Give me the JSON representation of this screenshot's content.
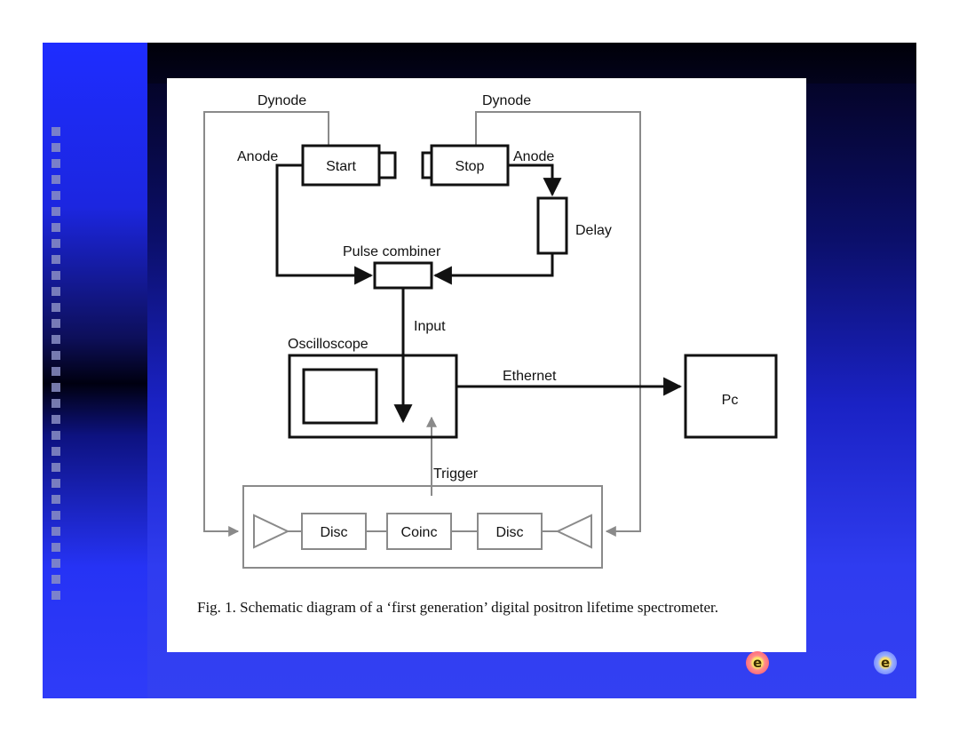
{
  "labels": {
    "dynode_left": "Dynode",
    "dynode_right": "Dynode",
    "anode_left": "Anode",
    "anode_right": "Anode",
    "start": "Start",
    "stop": "Stop",
    "delay": "Delay",
    "pulse_combiner": "Pulse combiner",
    "input": "Input",
    "oscilloscope": "Oscilloscope",
    "ethernet": "Ethernet",
    "pc": "Pc",
    "trigger": "Trigger",
    "disc_left": "Disc",
    "coinc": "Coinc",
    "disc_right": "Disc"
  },
  "caption": "Fig. 1. Schematic diagram of a ‘first generation’ digital positron lifetime spectrometer.",
  "icons": [
    "e-positron-icon",
    "e-electron-icon"
  ],
  "colors": {
    "wire_dark": "#111111",
    "wire_gray": "#8a8a8a",
    "slide_blue": "#2f3cf0"
  }
}
